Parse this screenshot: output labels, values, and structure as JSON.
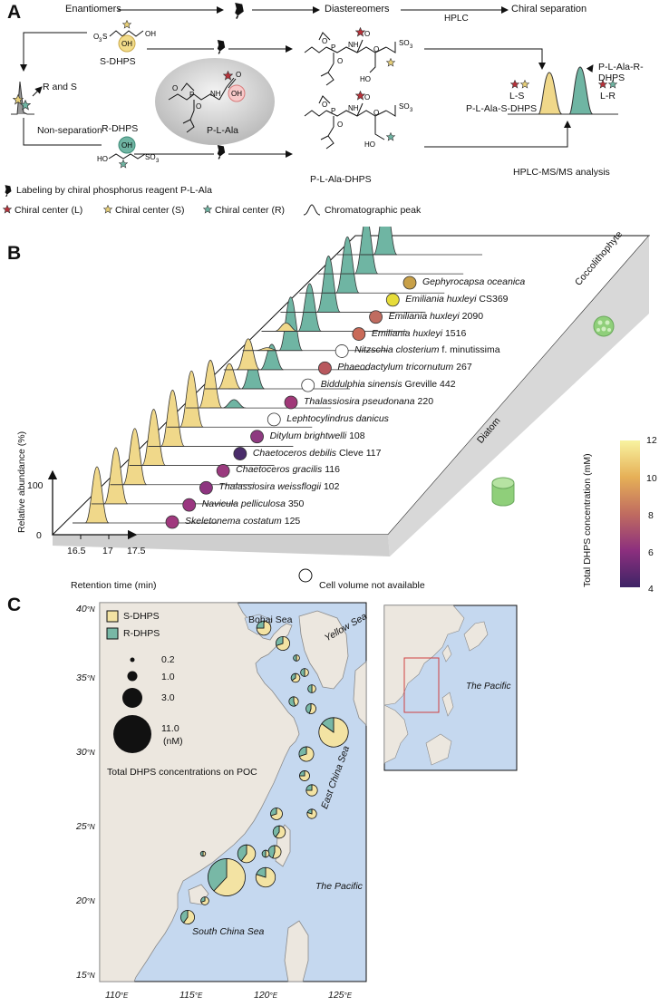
{
  "panel_a": {
    "letter": "A",
    "flow_enantiomers": "Enantiomers",
    "flow_diastereomers": "Diastereomers",
    "flow_hplc": "HPLC",
    "flow_chiral_separation": "Chiral separation",
    "s_dhps": "S-DHPS",
    "r_dhps": "R-DHPS",
    "reagent": "P-L-Ala",
    "r_and_s": "R and S",
    "non_separation": "Non-separation",
    "product": "P-L-Ala-DHPS",
    "peak_label_ls": "L-S",
    "peak_label_ls_name": "P-L-Ala-S-DHPS",
    "peak_label_lr": "L-R",
    "peak_label_lr_name": "P-L-Ala-R-DHPS",
    "ms_analysis": "HPLC-MS/MS analysis",
    "legend_labeling": "Labeling by chiral phosphorus reagent P-L-Ala",
    "legend_chiral_l": "Chiral center (L)",
    "legend_chiral_s": "Chiral center (S)",
    "legend_chiral_r": "Chiral center (R)",
    "legend_peak": "Chromatographic peak",
    "colors": {
      "s_peak": "#f0d88a",
      "r_peak": "#6fb5a3",
      "star_red": "#b8323a",
      "star_yellow": "#e8d078",
      "star_teal": "#6fb5a3"
    }
  },
  "panel_b": {
    "letter": "B",
    "y_axis_label": "Relative abundance (%)",
    "y_ticks": [
      "100",
      "0"
    ],
    "x_ticks": [
      "16.5",
      "17",
      "17.5"
    ],
    "x_axis_label": "Retention time (min)",
    "label_coccolithophyte": "Coccolithophyte",
    "label_diatom": "Diatom",
    "cell_volume_note": "Cell volume not available",
    "colorbar_title": "Total DHPS concentration (mM)",
    "colorbar_ticks": [
      "12",
      "10",
      "8",
      "6",
      "4"
    ],
    "species": [
      {
        "name": "Gephyrocapsa oceanica",
        "suffix": "",
        "s_frac": 0.0,
        "color": "#c8a048"
      },
      {
        "name": "Emiliania huxleyi",
        "suffix": " CS369",
        "s_frac": 0.0,
        "color": "#e6dc3a"
      },
      {
        "name": "Emiliania huxleyi",
        "suffix": " 2090",
        "s_frac": 0.0,
        "color": "#c06c60"
      },
      {
        "name": "Emiliania huxleyi",
        "suffix": " 1516",
        "s_frac": 0.0,
        "color": "#c96a58"
      },
      {
        "name": "Nitzschia closterium",
        "suffix": " f. minutissima",
        "s_frac": 0.15,
        "color": "#ffffff"
      },
      {
        "name": "Phaeodactylum tricornutum",
        "suffix": " 267",
        "s_frac": 0.05,
        "color": "#b8585e"
      },
      {
        "name": "Biddulphia sinensis",
        "suffix": " Greville 442",
        "s_frac": 0.55,
        "color": "#ffffff"
      },
      {
        "name": "Thalassiosira pseudonana",
        "suffix": " 220",
        "s_frac": 0.45,
        "color": "#a03878"
      },
      {
        "name": "Lephtocylindrus danicus",
        "suffix": "",
        "s_frac": 0.85,
        "color": "#ffffff"
      },
      {
        "name": "Ditylum brightwelli",
        "suffix": " 108",
        "s_frac": 1.0,
        "color": "#8e3a80"
      },
      {
        "name": "Chaetoceros debilis",
        "suffix": " Cleve 117",
        "s_frac": 1.0,
        "color": "#4a2c6a"
      },
      {
        "name": "Chaetoceros gracilis",
        "suffix": " 116",
        "s_frac": 1.0,
        "color": "#9a3a7e"
      },
      {
        "name": "Thalassiosira weissflogii",
        "suffix": " 102",
        "s_frac": 1.0,
        "color": "#8e3580"
      },
      {
        "name": "Navicula pelliculosa",
        "suffix": " 350",
        "s_frac": 1.0,
        "color": "#9a3680"
      },
      {
        "name": "Skeletonema costatum",
        "suffix": " 125",
        "s_frac": 1.0,
        "color": "#a0387e"
      }
    ]
  },
  "panel_c": {
    "letter": "C",
    "legend_s": "S-DHPS",
    "legend_r": "R-DHPS",
    "size_legend": [
      "0.2",
      "1.0",
      "3.0",
      "11.0"
    ],
    "size_unit": "(nM)",
    "size_title": "Total DHPS concentrations on POC",
    "lat_labels": [
      "40",
      "35",
      "30",
      "25",
      "20",
      "15"
    ],
    "lon_labels": [
      "110",
      "115",
      "120",
      "125"
    ],
    "sea_labels": {
      "bohai": "Bohai Sea",
      "yellow": "Yellow Sea",
      "east_china": "East China Sea",
      "pacific": "The Pacific",
      "south_china": "South China Sea"
    },
    "inset_label": "The Pacific",
    "colors": {
      "ocean": "#c5d8ef",
      "land": "#ece7df",
      "s": "#f3e3a3",
      "r": "#78b8a6"
    },
    "stations": [
      {
        "total": 1.6,
        "s_frac": 0.75
      },
      {
        "total": 1.5,
        "s_frac": 0.7
      },
      {
        "total": 0.3,
        "s_frac": 0.5
      },
      {
        "total": 0.6,
        "s_frac": 0.65
      },
      {
        "total": 0.5,
        "s_frac": 0.5
      },
      {
        "total": 0.5,
        "s_frac": 0.5
      },
      {
        "total": 0.7,
        "s_frac": 0.45
      },
      {
        "total": 0.8,
        "s_frac": 0.55
      },
      {
        "total": 6.8,
        "s_frac": 0.85
      },
      {
        "total": 1.7,
        "s_frac": 0.7
      },
      {
        "total": 0.8,
        "s_frac": 0.75
      },
      {
        "total": 1.0,
        "s_frac": 0.75
      },
      {
        "total": 0.7,
        "s_frac": 0.8
      },
      {
        "total": 1.1,
        "s_frac": 0.7
      },
      {
        "total": 1.2,
        "s_frac": 0.6
      },
      {
        "total": 1.3,
        "s_frac": 0.55
      },
      {
        "total": 2.5,
        "s_frac": 0.6
      },
      {
        "total": 0.4,
        "s_frac": 0.5
      },
      {
        "total": 0.2,
        "s_frac": 0.5
      },
      {
        "total": 11.0,
        "s_frac": 0.62
      },
      {
        "total": 3.0,
        "s_frac": 0.8
      },
      {
        "total": 0.5,
        "s_frac": 0.7
      },
      {
        "total": 1.5,
        "s_frac": 0.6
      }
    ]
  }
}
